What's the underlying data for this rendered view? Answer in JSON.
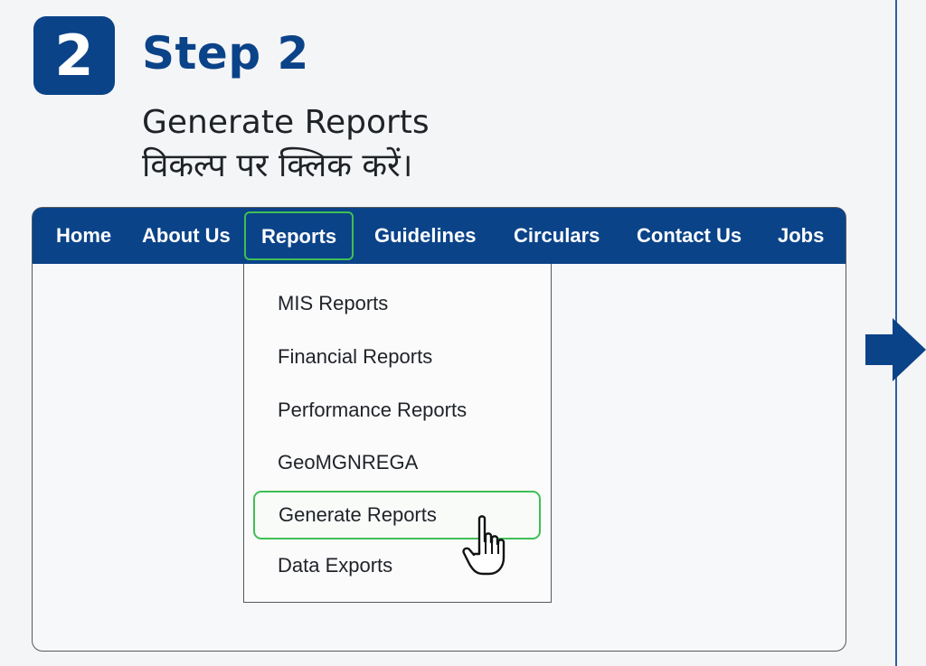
{
  "step": {
    "number": "2",
    "title": "Step 2",
    "instruction_en": "Generate Reports",
    "instruction_hi": "विकल्प पर क्लिक करें।"
  },
  "navbar": {
    "items": [
      {
        "label": "Home"
      },
      {
        "label": "About Us"
      },
      {
        "label": "Reports",
        "active": true
      },
      {
        "label": "Guidelines"
      },
      {
        "label": "Circulars"
      },
      {
        "label": "Contact Us"
      },
      {
        "label": "Jobs"
      }
    ]
  },
  "dropdown": {
    "items": [
      {
        "label": "MIS Reports"
      },
      {
        "label": "Financial Reports"
      },
      {
        "label": "Performance Reports"
      },
      {
        "label": "GeoMGNREGA"
      },
      {
        "label": "Generate Reports",
        "selected": true
      },
      {
        "label": "Data Exports"
      }
    ]
  },
  "icons": {
    "cursor": "hand-pointer-icon",
    "next": "arrow-right-icon"
  },
  "colors": {
    "brand_blue": "#0b4389",
    "highlight_green": "#3fbf55",
    "text_dark": "#1f2328"
  }
}
